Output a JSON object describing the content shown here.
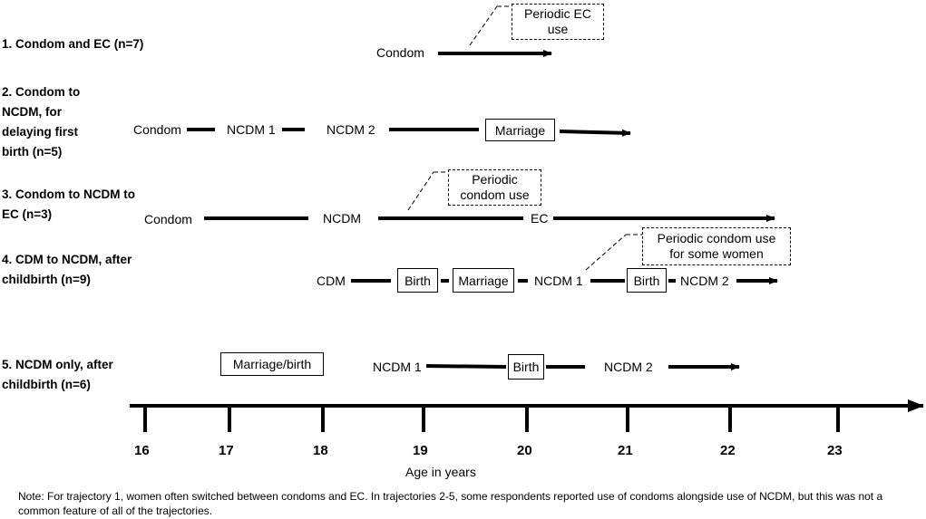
{
  "trajectories": [
    {
      "title": "1. Condom and EC (n=7)",
      "labels": [
        "Condom"
      ],
      "callout": "Periodic EC use"
    },
    {
      "title": "2. Condom to NCDM, for delaying first birth (n=5)",
      "labels": [
        "Condom",
        "NCDM 1",
        "NCDM 2"
      ],
      "boxes": [
        "Marriage"
      ]
    },
    {
      "title": "3. Condom to NCDM to EC (n=3)",
      "labels": [
        "Condom",
        "NCDM",
        "EC"
      ],
      "callout": "Periodic condom use"
    },
    {
      "title": "4. CDM to NCDM, after childbirth (n=9)",
      "labels": [
        "CDM",
        "NCDM 1",
        "NCDM 2"
      ],
      "boxes": [
        "Birth",
        "Marriage",
        "Birth"
      ],
      "callout": "Periodic condom use for some women"
    },
    {
      "title": "5. NCDM only, after childbirth (n=6)",
      "labels": [
        "NCDM 1",
        "NCDM 2"
      ],
      "boxes": [
        "Marriage/birth",
        "Birth"
      ]
    }
  ],
  "axis": {
    "label": "Age in years",
    "ticks": [
      "16",
      "17",
      "18",
      "19",
      "20",
      "21",
      "22",
      "23"
    ]
  },
  "note": "Note: For trajectory 1, women often switched between condoms and EC. In trajectories 2-5, some respondents reported use of condoms alongside use of NCDM, but this was not a common feature of all of the trajectories."
}
